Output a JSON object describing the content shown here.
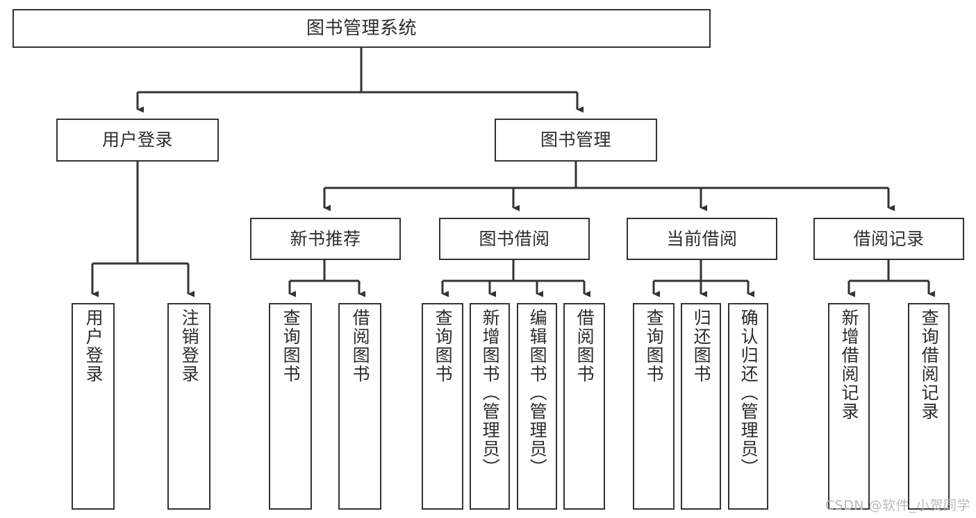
{
  "diagram": {
    "title": "图书管理系统",
    "type": "hierarchy-tree",
    "watermark": "CSDN @软件_小贺同学",
    "colors": {
      "box_border": "#333333",
      "box_fill": "#ffffff",
      "text": "#2c2c2c",
      "connector": "#333333",
      "watermark": "#b9b9b9",
      "background": "#ffffff"
    },
    "root": {
      "id": "root",
      "label": "图书管理系统",
      "orientation": "horizontal"
    },
    "level1": [
      {
        "id": "user-login",
        "label": "用户登录",
        "orientation": "horizontal"
      },
      {
        "id": "book-management",
        "label": "图书管理",
        "orientation": "horizontal"
      }
    ],
    "level2": [
      {
        "id": "new-book-recommend",
        "label": "新书推荐",
        "orientation": "horizontal",
        "parent": "book-management"
      },
      {
        "id": "book-borrow",
        "label": "图书借阅",
        "orientation": "horizontal",
        "parent": "book-management"
      },
      {
        "id": "current-borrow",
        "label": "当前借阅",
        "orientation": "horizontal",
        "parent": "book-management"
      },
      {
        "id": "borrow-record",
        "label": "借阅记录",
        "orientation": "horizontal",
        "parent": "book-management"
      }
    ],
    "leaves": {
      "user-login": [
        {
          "id": "leaf-user-login",
          "label": "用户登录"
        },
        {
          "id": "leaf-user-logout",
          "label": "注销登录"
        }
      ],
      "new-book-recommend": [
        {
          "id": "leaf-query-book-1",
          "label": "查询图书"
        },
        {
          "id": "leaf-borrow-book-1",
          "label": "借阅图书"
        }
      ],
      "book-borrow": [
        {
          "id": "leaf-query-book-2",
          "label": "查询图书"
        },
        {
          "id": "leaf-add-book",
          "label": "新增图书（管理员）"
        },
        {
          "id": "leaf-edit-book",
          "label": "编辑图书（管理员）"
        },
        {
          "id": "leaf-borrow-book-2",
          "label": "借阅图书"
        }
      ],
      "current-borrow": [
        {
          "id": "leaf-query-book-3",
          "label": "查询图书"
        },
        {
          "id": "leaf-return-book",
          "label": "归还图书"
        },
        {
          "id": "leaf-confirm-return",
          "label": "确认归还（管理员）"
        }
      ],
      "borrow-record": [
        {
          "id": "leaf-add-record",
          "label": "新增借阅记录"
        },
        {
          "id": "leaf-query-record",
          "label": "查询借阅记录"
        }
      ]
    }
  }
}
